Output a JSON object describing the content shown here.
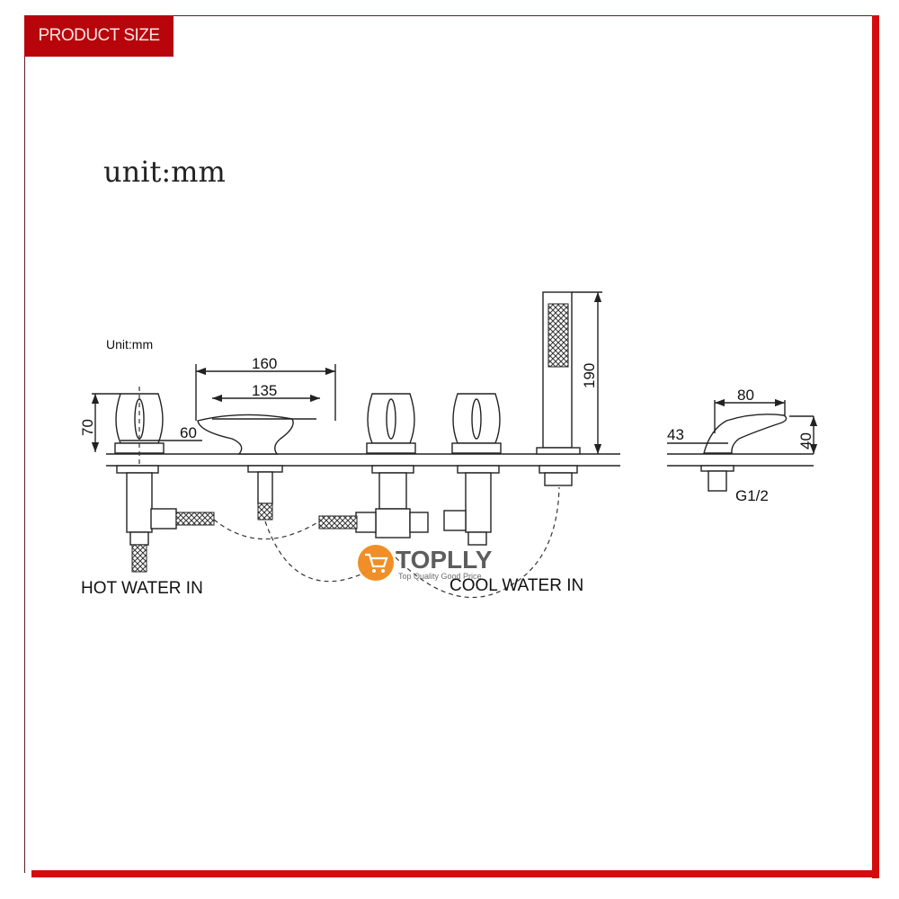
{
  "header": {
    "tag_label": "PRODUCT SIZE"
  },
  "unit_title": "unit:mm",
  "diagram": {
    "unit_label": "Unit:mm",
    "dimensions": {
      "handle_height": "70",
      "handle_offset": "60",
      "spout_width_outer": "160",
      "spout_width_inner": "135",
      "hand_shower_height": "190",
      "side_spout_length": "80",
      "side_spout_base": "43",
      "side_spout_height": "40"
    },
    "thread_label": "G1/2",
    "hot_label": "HOT WATER IN",
    "cool_label": "COOL WATER IN"
  },
  "watermark": {
    "brand": "TOPLLY",
    "slogan": "Top Quality Good Price"
  },
  "colors": {
    "accent": "#b7050b",
    "border_red": "#d30d0d",
    "logo_orange": "#f08a1c"
  }
}
